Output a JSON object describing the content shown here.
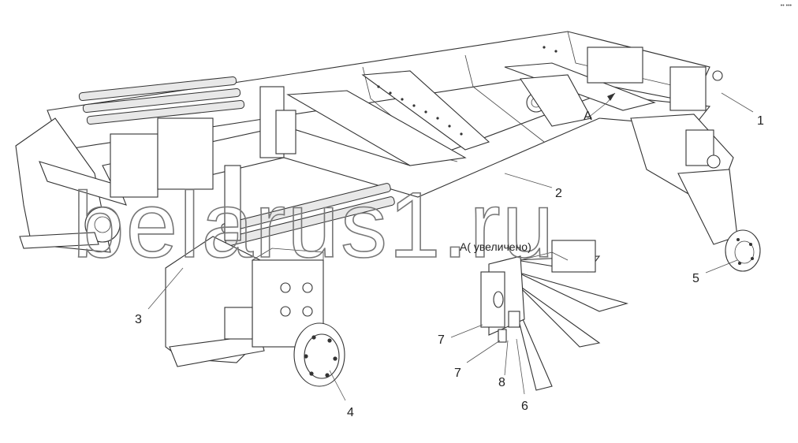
{
  "corner_mark": "•• •••",
  "watermark": "belarus1.ru",
  "view_caption": "А( увеличено)",
  "view_marker": "A",
  "callouts": {
    "c1": "1",
    "c2": "2",
    "c3": "3",
    "c4": "4",
    "c5": "5",
    "c6": "6",
    "c7a": "7",
    "c7b": "7",
    "c8": "8"
  }
}
